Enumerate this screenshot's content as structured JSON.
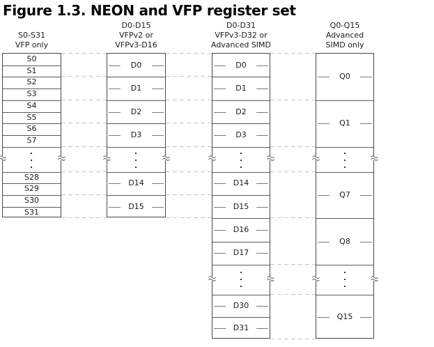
{
  "title": "Figure 1.3. NEON and VFP register set",
  "colors": {
    "ink": "#474747",
    "midline": "#7a7a7a",
    "dashed_mapping_line": "#c6c6c6"
  },
  "columns": [
    {
      "id": "s-registers",
      "header": [
        "S0-S31",
        "VFP only"
      ],
      "cells": [
        "S0",
        "S1",
        "S2",
        "S3",
        "S4",
        "S5",
        "S6",
        "S7"
      ],
      "cells_after_break": [
        "S28",
        "S29",
        "S30",
        "S31"
      ]
    },
    {
      "id": "d16-registers",
      "header": [
        "D0-D15",
        "VFPv2 or",
        "VFPv3-D16"
      ],
      "cells": [
        "D0",
        "D1",
        "D2",
        "D3"
      ],
      "cells_after_break": [
        "D14",
        "D15"
      ]
    },
    {
      "id": "d32-registers",
      "header": [
        "D0-D31",
        "VFPv3-D32 or",
        "Advanced SIMD"
      ],
      "cells": [
        "D0",
        "D1",
        "D2",
        "D3"
      ],
      "cells_after_break": [
        "D14",
        "D15",
        "D16",
        "D17"
      ],
      "cells_after_break2": [
        "D30",
        "D31"
      ]
    },
    {
      "id": "q-registers",
      "header": [
        "Q0-Q15",
        "Advanced",
        "SIMD only"
      ],
      "cells": [
        "Q0",
        "Q1"
      ],
      "cells_after_break": [
        "Q7",
        "Q8"
      ],
      "cells_after_break2": [
        "Q15"
      ]
    }
  ]
}
